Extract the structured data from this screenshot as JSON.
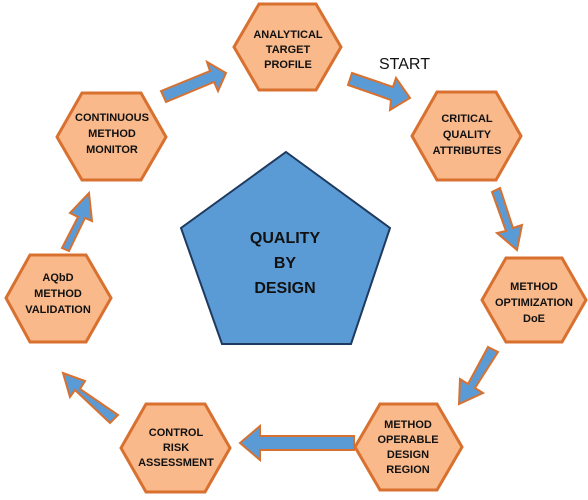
{
  "diagram": {
    "colors": {
      "hexagon_fill": "#F9B98B",
      "hexagon_stroke": "#D8712F",
      "arrow_fill": "#5B9BD5",
      "arrow_stroke": "#D8712F",
      "pentagon_fill": "#5B9BD5",
      "pentagon_stroke": "#1F3A5F"
    },
    "start_label": "START",
    "center": {
      "lines": [
        "QUALITY",
        "BY",
        "DESIGN"
      ]
    },
    "stages": [
      {
        "id": "analytical-target-profile",
        "lines": [
          "ANALYTICAL",
          "TARGET",
          "PROFILE"
        ]
      },
      {
        "id": "critical-quality-attributes",
        "lines": [
          "CRITICAL",
          "QUALITY",
          "ATTRIBUTES"
        ]
      },
      {
        "id": "method-optimization-doe",
        "lines": [
          "METHOD",
          "OPTIMIZATION",
          "DoE"
        ]
      },
      {
        "id": "method-operable-design-region",
        "lines": [
          "METHOD",
          "OPERABLE",
          "DESIGN",
          "REGION"
        ]
      },
      {
        "id": "control-risk-assessment",
        "lines": [
          "CONTROL",
          "RISK",
          "ASSESSMENT"
        ]
      },
      {
        "id": "aqbd-method-validation",
        "lines": [
          "AQbD",
          "METHOD",
          "VALIDATION"
        ]
      },
      {
        "id": "continuous-method-monitor",
        "lines": [
          "CONTINUOUS",
          "METHOD",
          "MONITOR"
        ]
      }
    ]
  }
}
